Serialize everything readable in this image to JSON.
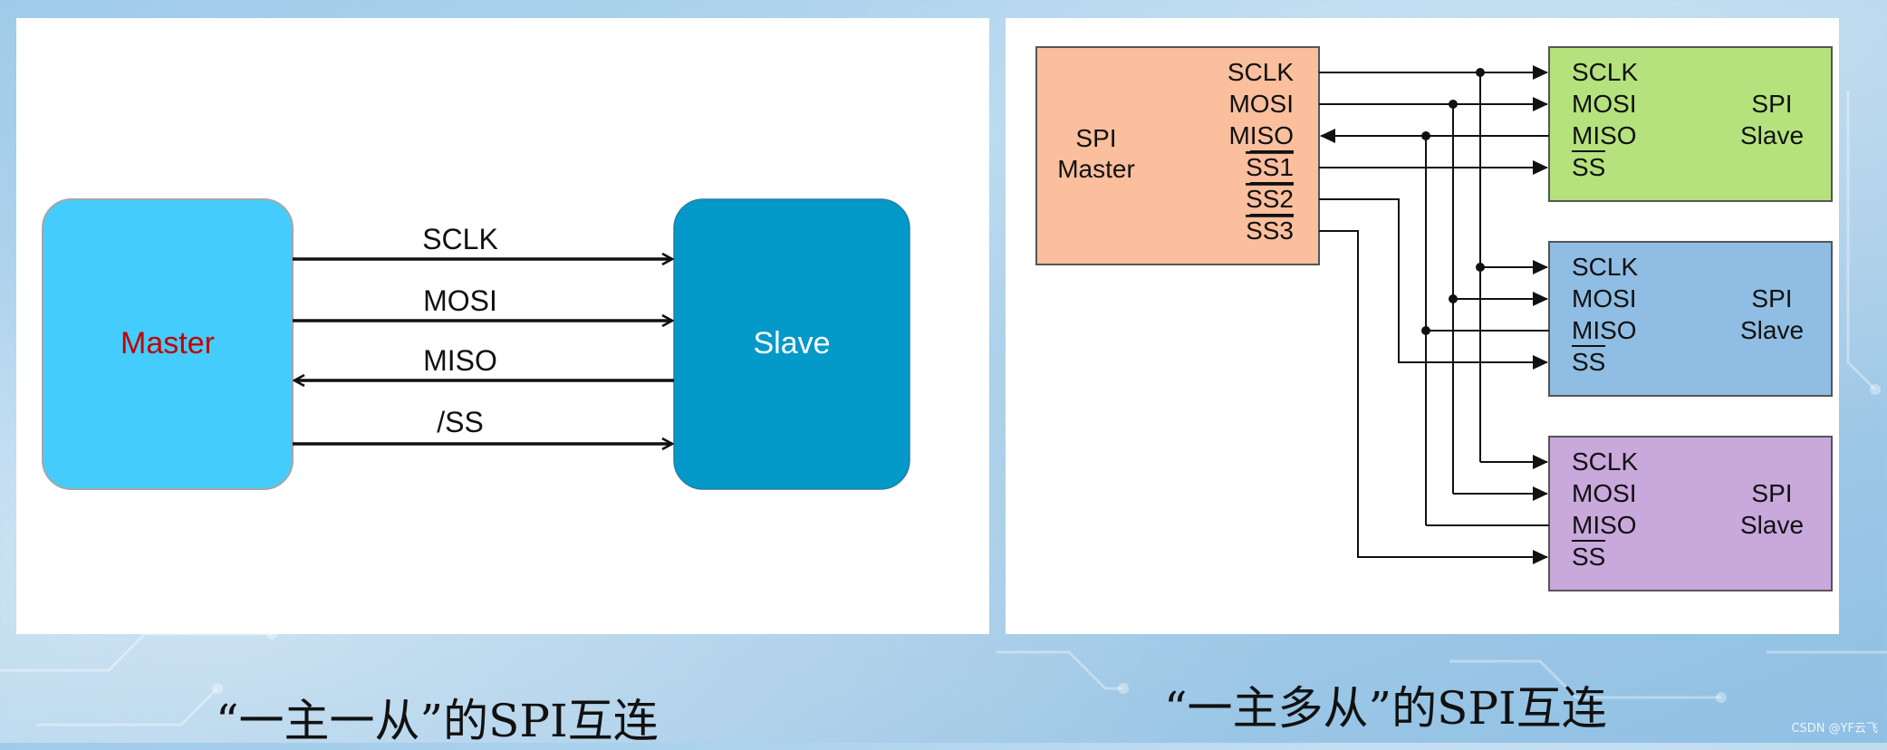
{
  "left_diagram": {
    "master_label": "Master",
    "slave_label": "Slave",
    "signals": [
      "SCLK",
      "MOSI",
      "MISO",
      "/SS"
    ]
  },
  "right_diagram": {
    "master": {
      "line1": "SPI",
      "line2": "Master"
    },
    "master_pins": [
      "SCLK",
      "MOSI",
      "MISO",
      "SS1",
      "SS2",
      "SS3"
    ],
    "slave_pins": [
      "SCLK",
      "MOSI",
      "MISO",
      "SS"
    ],
    "slave_title_line1": "SPI",
    "slave_title_line2": "Slave",
    "colors": {
      "master": "#fbbf9d",
      "slave1": "#b5e27d",
      "slave2": "#8fbde3",
      "slave3": "#c9a8dc"
    }
  },
  "captions": {
    "left": "“一主一从”的SPI互连",
    "right": "“一主多从”的SPI互连"
  },
  "watermark": "CSDN @YF云飞",
  "colors": {
    "master_box": "#44cdfc",
    "slave_box": "#0399c9",
    "master_text": "#c00000"
  }
}
